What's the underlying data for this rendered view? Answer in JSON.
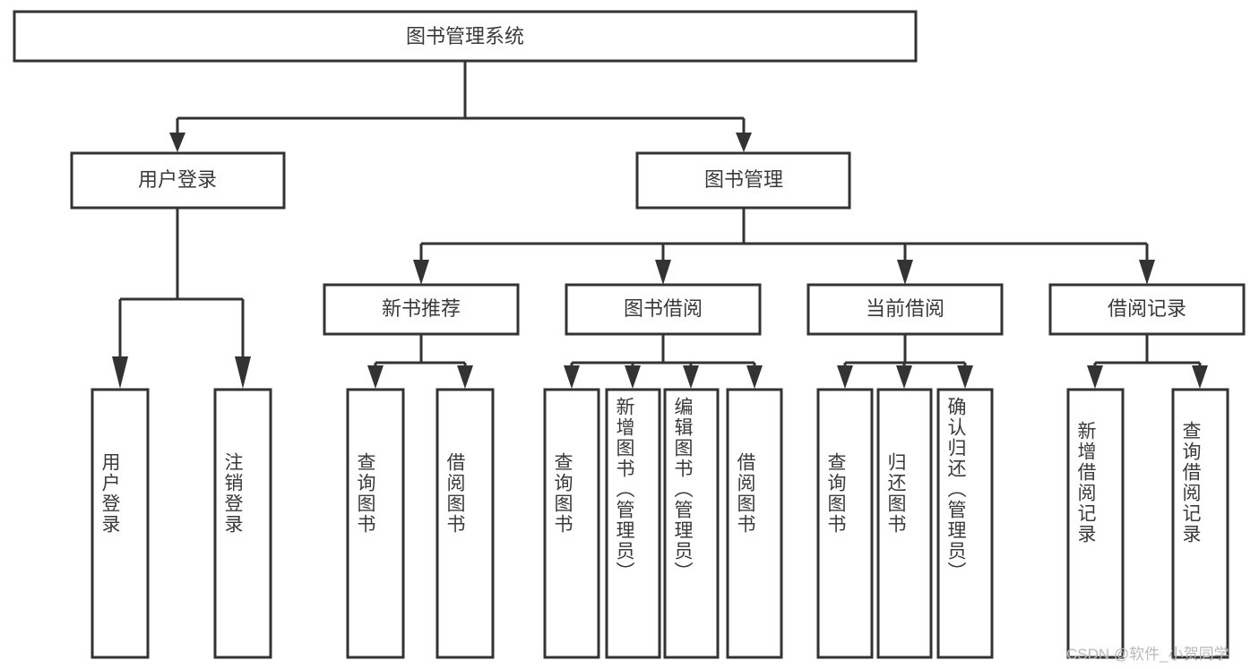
{
  "diagram": {
    "title": "图书管理系统",
    "type": "tree",
    "root": {
      "id": "root",
      "label": "图书管理系统",
      "orientation": "horizontal"
    },
    "level2": [
      {
        "id": "user-login",
        "label": "用户登录",
        "orientation": "horizontal"
      },
      {
        "id": "book-manage",
        "label": "图书管理",
        "orientation": "horizontal"
      }
    ],
    "level3": [
      {
        "id": "new-book-rec",
        "label": "新书推荐",
        "orientation": "horizontal",
        "parent": "book-manage"
      },
      {
        "id": "book-borrow",
        "label": "图书借阅",
        "orientation": "horizontal",
        "parent": "book-manage"
      },
      {
        "id": "current-borrow",
        "label": "当前借阅",
        "orientation": "horizontal",
        "parent": "book-manage"
      },
      {
        "id": "borrow-record",
        "label": "借阅记录",
        "orientation": "horizontal",
        "parent": "book-manage"
      }
    ],
    "leaves": [
      {
        "id": "leaf-user-login",
        "label": "用户登录",
        "orientation": "vertical",
        "parent": "user-login"
      },
      {
        "id": "leaf-logout",
        "label": "注销登录",
        "orientation": "vertical",
        "parent": "user-login"
      },
      {
        "id": "leaf-query-book-1",
        "label": "查询图书",
        "orientation": "vertical",
        "parent": "new-book-rec"
      },
      {
        "id": "leaf-borrow-book-1",
        "label": "借阅图书",
        "orientation": "vertical",
        "parent": "new-book-rec"
      },
      {
        "id": "leaf-query-book-2",
        "label": "查询图书",
        "orientation": "vertical",
        "parent": "book-borrow"
      },
      {
        "id": "leaf-add-book",
        "label": "新增图书（管理员）",
        "orientation": "vertical",
        "parent": "book-borrow"
      },
      {
        "id": "leaf-edit-book",
        "label": "编辑图书（管理员）",
        "orientation": "vertical",
        "parent": "book-borrow"
      },
      {
        "id": "leaf-borrow-book-2",
        "label": "借阅图书",
        "orientation": "vertical",
        "parent": "book-borrow"
      },
      {
        "id": "leaf-query-book-3",
        "label": "查询图书",
        "orientation": "vertical",
        "parent": "current-borrow"
      },
      {
        "id": "leaf-return-book",
        "label": "归还图书",
        "orientation": "vertical",
        "parent": "current-borrow"
      },
      {
        "id": "leaf-confirm-return",
        "label": "确认归还（管理员）",
        "orientation": "vertical",
        "parent": "current-borrow"
      },
      {
        "id": "leaf-add-record",
        "label": "新增借阅记录",
        "orientation": "vertical",
        "parent": "borrow-record"
      },
      {
        "id": "leaf-query-record",
        "label": "查询借阅记录",
        "orientation": "vertical",
        "parent": "borrow-record"
      }
    ]
  },
  "watermark": {
    "text": "CSDN @软件_小贺同学"
  },
  "colors": {
    "stroke": "#333333",
    "box_fill": "#ffffff",
    "text": "#3a3a3a",
    "watermark": "#b9b9b9",
    "background": "#ffffff"
  }
}
